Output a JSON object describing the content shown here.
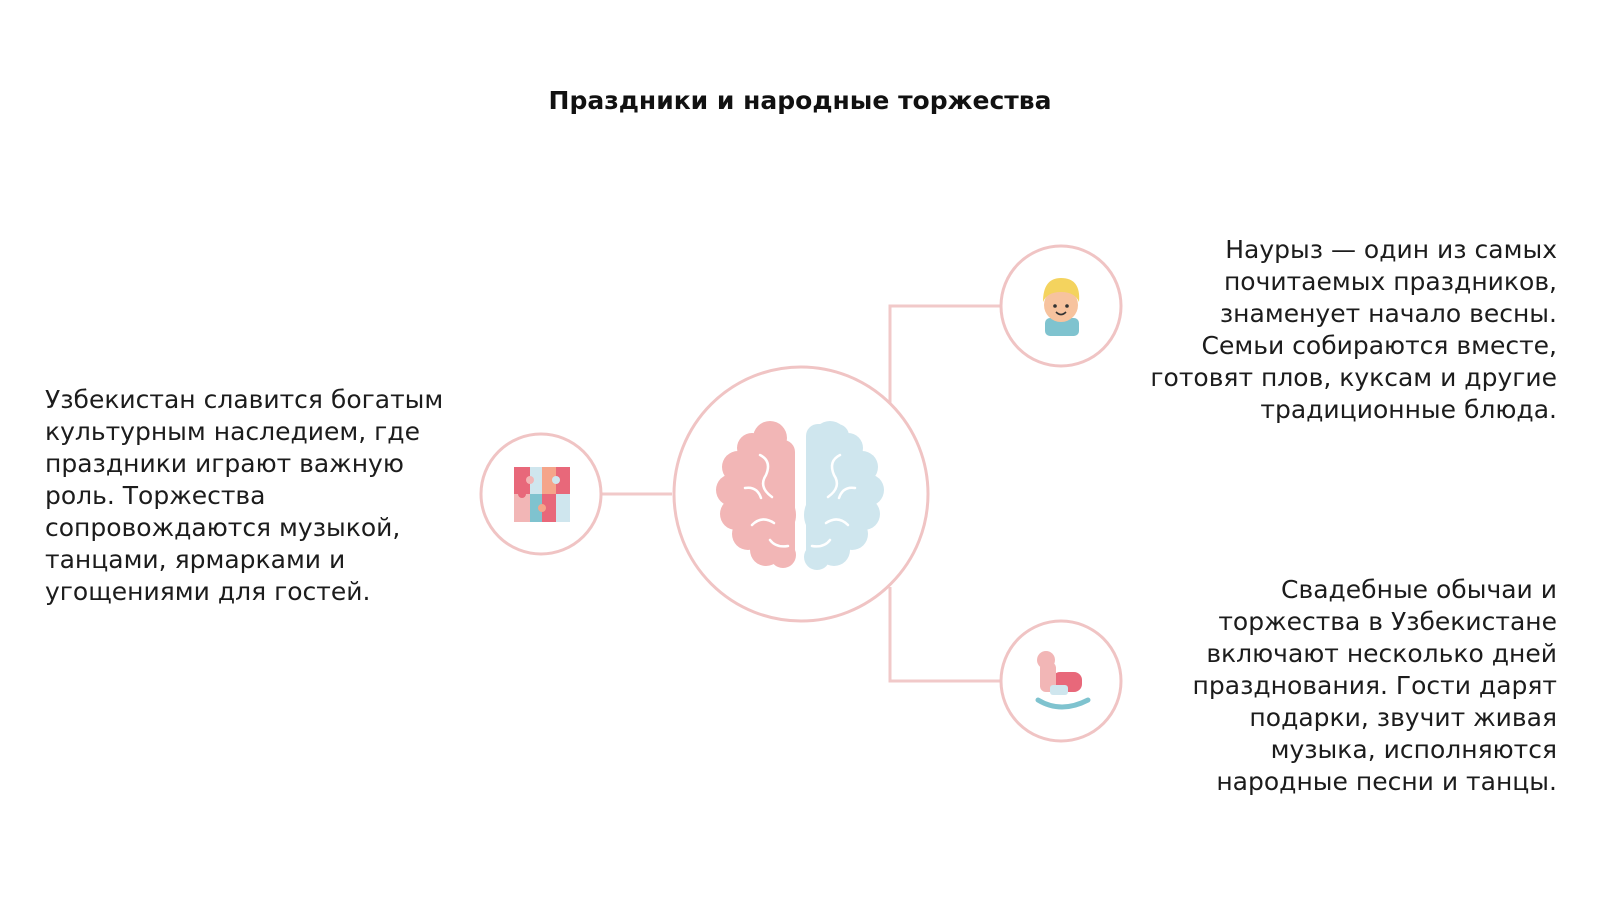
{
  "title": "Праздники и народные торжества",
  "colors": {
    "connector": "#f1c9c9",
    "circle_stroke": "#f0c4c4",
    "brain_left": "#f2b6b6",
    "brain_right": "#cfe6ee",
    "accent_red": "#e8687a",
    "accent_blue": "#7fc3cf"
  },
  "center_node": {
    "icon": "brain-icon"
  },
  "nodes": [
    {
      "id": "left",
      "icon": "puzzle-icon",
      "lines": [
        "Узбекистан славится богатым",
        "культурным наследием, где",
        "праздники играют важную",
        "роль. Торжества",
        "сопровождаются музыкой,",
        "танцами, ярмарками и",
        "угощениями для гостей."
      ]
    },
    {
      "id": "right-top",
      "icon": "child-face-icon",
      "lines": [
        "Наурыз — один из самых",
        "почитаемых праздников,",
        "знаменует начало весны.",
        "Семьи собираются вместе,",
        "готовят плов, куксам и другие",
        "традиционные блюда."
      ]
    },
    {
      "id": "right-bottom",
      "icon": "rocking-horse-icon",
      "lines": [
        "Свадебные обычаи и",
        "торжества в Узбекистане",
        "включают несколько дней",
        "празднования. Гости дарят",
        "подарки, звучит живая",
        "музыка, исполняются",
        "народные песни и танцы."
      ]
    }
  ]
}
